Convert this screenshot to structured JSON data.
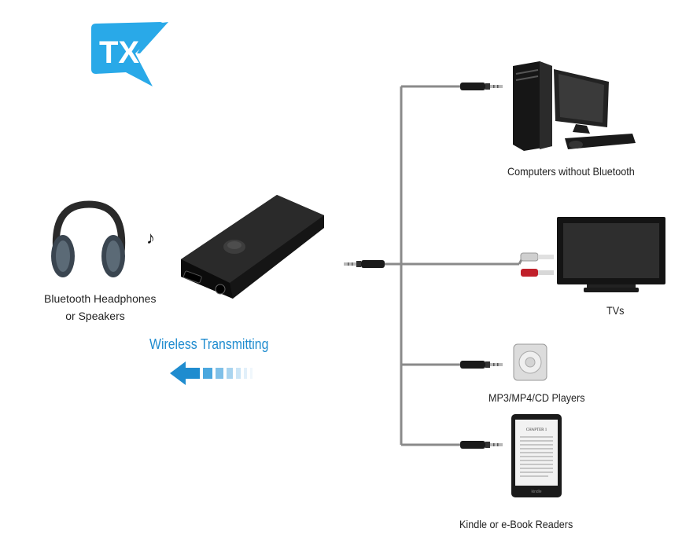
{
  "logo": {
    "text": "TX",
    "color": "#29a9e8"
  },
  "transmitter": {
    "wireless_label": "Wireless Transmitting",
    "accent_color": "#1f8ccf"
  },
  "headphones": {
    "label_line1": "Bluetooth Headphones",
    "label_line2": "or Speakers",
    "icon": "headphones-icon"
  },
  "devices": [
    {
      "label": "Computers without Bluetooth",
      "icon": "desktop-computer-icon"
    },
    {
      "label": "TVs",
      "icon": "tv-icon"
    },
    {
      "label": "MP3/MP4/CD Players",
      "icon": "mp3-player-icon"
    },
    {
      "label": "Kindle or e-Book Readers",
      "icon": "ereader-icon"
    }
  ],
  "ereader_screen": {
    "chapter": "CHAPTER 1",
    "brand": "kindle"
  }
}
